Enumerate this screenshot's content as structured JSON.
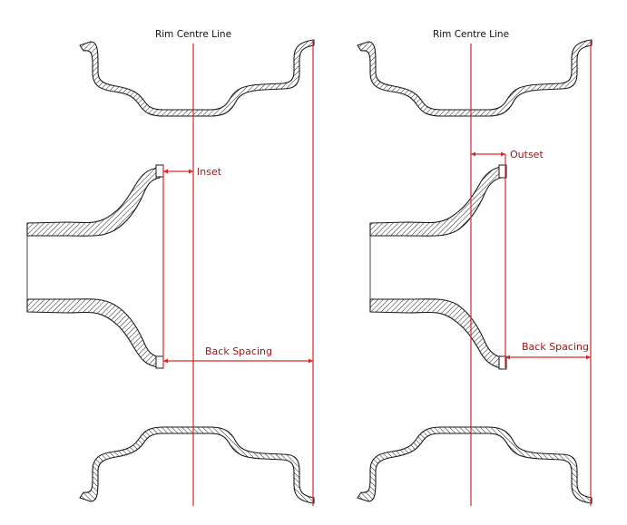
{
  "colors": {
    "line": "#d42a2a",
    "label": "#9a1414",
    "outline": "#1a1a1a"
  },
  "left_panel": {
    "title": "Rim Centre Line",
    "inset_label": "Inset",
    "back_spacing_label": "Back Spacing"
  },
  "right_panel": {
    "title": "Rim Centre Line",
    "outset_label": "Outset",
    "back_spacing_label": "Back Spacing"
  }
}
